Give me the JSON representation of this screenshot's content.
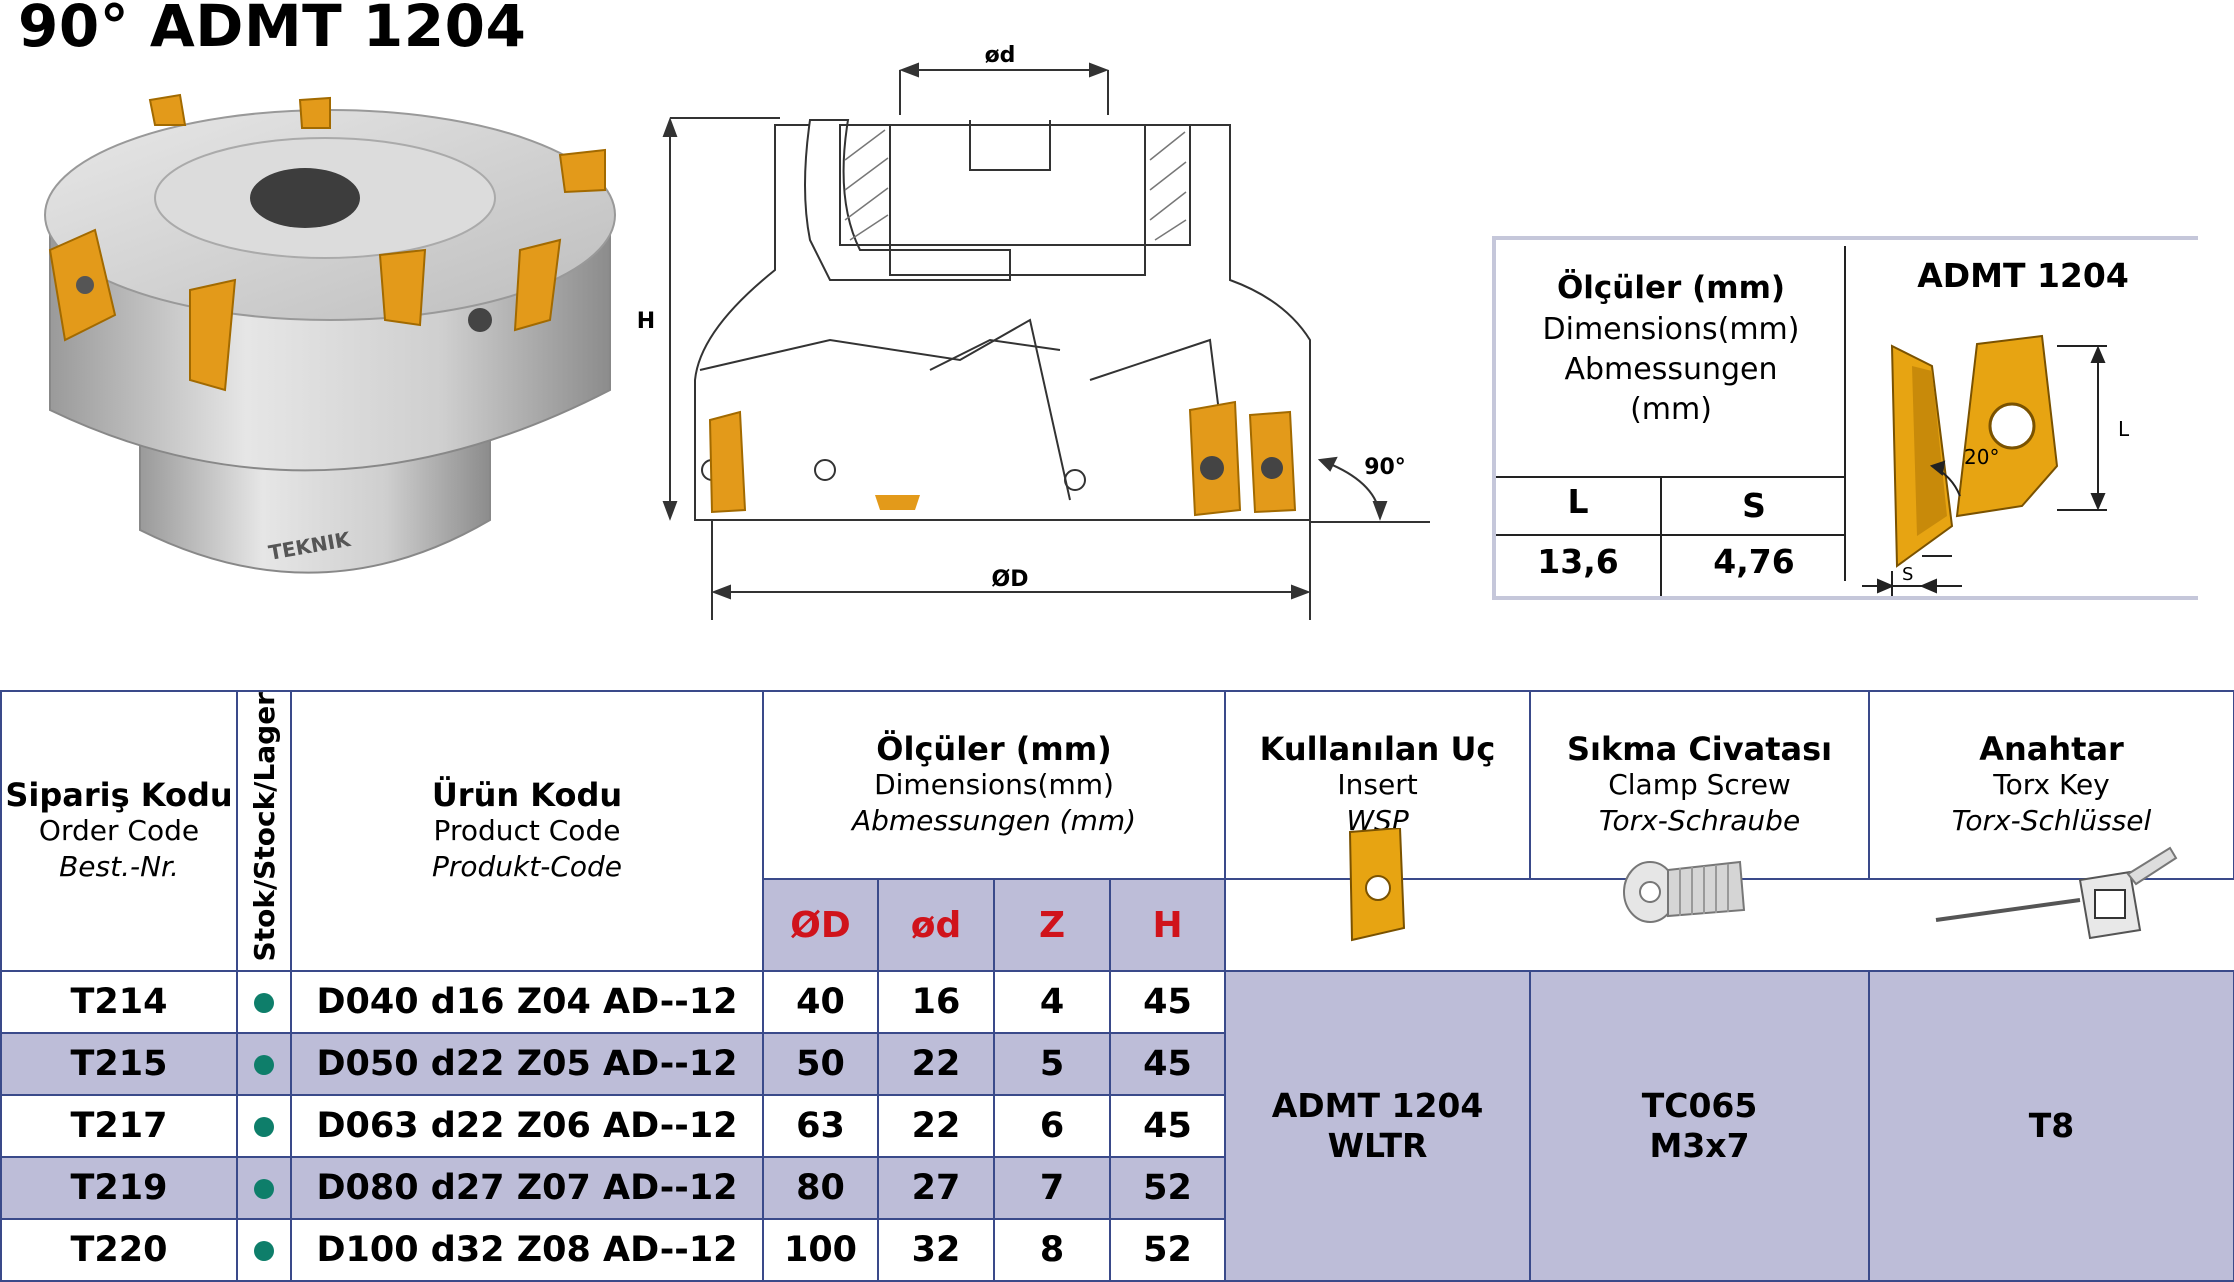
{
  "title": "90° ADMT 1204",
  "drawing": {
    "label_d_small": "ød",
    "label_h": "H",
    "label_d_large": "ØD",
    "label_angle": "90°"
  },
  "dimension_box": {
    "title": "Ölçüler (mm)",
    "line2": "Dimensions(mm)",
    "line3": "Abmessungen",
    "line4": "(mm)",
    "col_l": "L",
    "col_s": "S",
    "val_l": "13,6",
    "val_s": "4,76",
    "insert_name": "ADMT 1204",
    "insert_angle": "20°",
    "insert_label_l": "L",
    "insert_label_s": "S"
  },
  "table": {
    "h_order": {
      "t": "Sipariş Kodu",
      "en": "Order Code",
      "de": "Best.-Nr."
    },
    "h_stock": "Stok/Stock/Lager",
    "h_product": {
      "t": "Ürün Kodu",
      "en": "Product Code",
      "de": "Produkt-Code"
    },
    "h_dims": {
      "t": "Ölçüler (mm)",
      "en": "Dimensions(mm)",
      "de": "Abmessungen (mm)"
    },
    "h_insert": {
      "t": "Kullanılan Uç",
      "en": "Insert",
      "de": "WSP"
    },
    "h_screw": {
      "t": "Sıkma Civatası",
      "en": "Clamp Screw",
      "de": "Torx-Schraube"
    },
    "h_key": {
      "t": "Anahtar",
      "en": "Torx Key",
      "de": "Torx-Schlüssel"
    },
    "dim_cols": [
      "ØD",
      "ød",
      "Z",
      "H"
    ],
    "rows": [
      {
        "order": "T214",
        "product": "D040 d16 Z04 AD--12",
        "D": "40",
        "d": "16",
        "Z": "4",
        "H": "45"
      },
      {
        "order": "T215",
        "product": "D050 d22 Z05 AD--12",
        "D": "50",
        "d": "22",
        "Z": "5",
        "H": "45"
      },
      {
        "order": "T217",
        "product": "D063 d22 Z06 AD--12",
        "D": "63",
        "d": "22",
        "Z": "6",
        "H": "45"
      },
      {
        "order": "T219",
        "product": "D080 d27 Z07 AD--12",
        "D": "80",
        "d": "27",
        "Z": "7",
        "H": "52"
      },
      {
        "order": "T220",
        "product": "D100 d32 Z08 AD--12",
        "D": "100",
        "d": "32",
        "Z": "8",
        "H": "52"
      }
    ],
    "insert_value_1": "ADMT 1204",
    "insert_value_2": "WLTR",
    "screw_value_1": "TC065",
    "screw_value_2": "M3x7",
    "key_value": "T8",
    "stock_color": "#0e7e6a",
    "alt_row_color": "#bdbdd8",
    "dim_header_color": "#d0131b"
  }
}
